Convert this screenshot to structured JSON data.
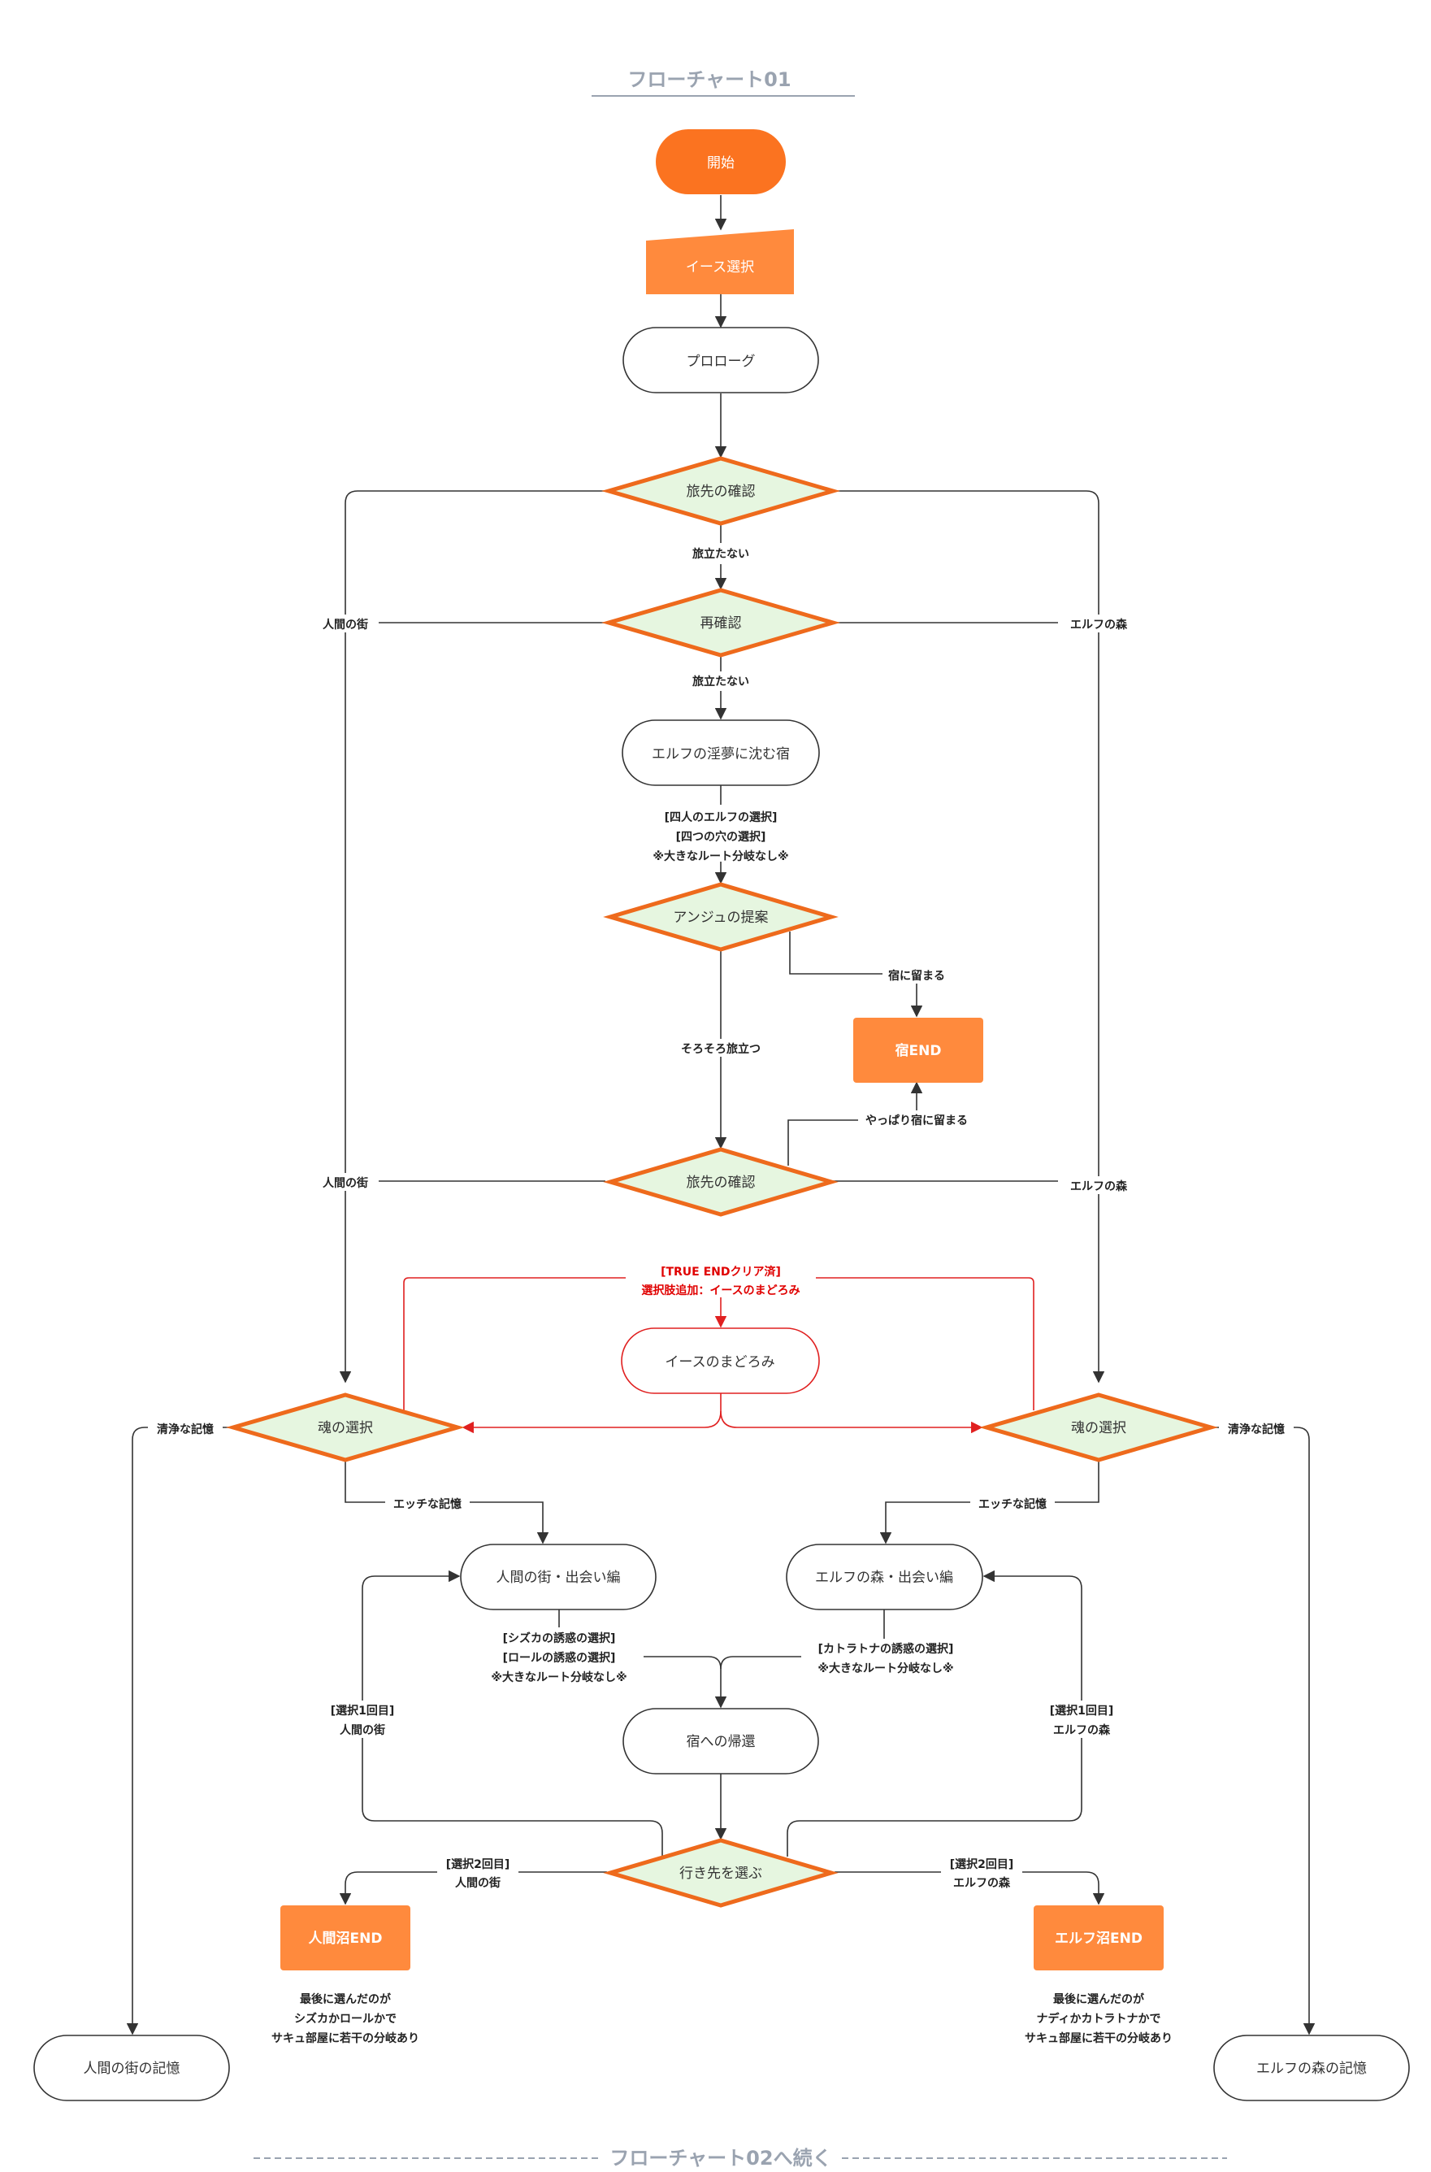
{
  "header": {
    "title": "フローチャート01",
    "footer": "フローチャート02へ続く"
  },
  "nodes": {
    "start": "開始",
    "ease_select": "イース選択",
    "prologue": "プロローグ",
    "journey_confirm_1": "旅先の確認",
    "reconfirm": "再確認",
    "elf_inn": "エルフの淫夢に沈む宿",
    "anju_proposal": "アンジュの提案",
    "inn_end": "宿END",
    "journey_confirm_2": "旅先の確認",
    "ease_madoromi": "イースのまどろみ",
    "soul_select_left": "魂の選択",
    "soul_select_right": "魂の選択",
    "human_town_meet": "人間の街・出会い編",
    "elf_forest_meet": "エルフの森・出会い編",
    "return_inn": "宿への帰還",
    "choose_dest": "行き先を選ぶ",
    "human_swamp_end": "人間沼END",
    "elf_swamp_end": "エルフ沼END",
    "human_town_memory": "人間の街の記憶",
    "elf_forest_memory": "エルフの森の記憶"
  },
  "labels": {
    "tabidatanai_1": "旅立たない",
    "tabidatanai_2": "旅立たない",
    "human_town_1": "人間の街",
    "elf_forest_1": "エルフの森",
    "inn_choice_1": "[四人のエルフの選択]",
    "inn_choice_2": "[四つの穴の選択]",
    "inn_choice_3": "※大きなルート分岐なし※",
    "stay_inn": "宿に留まる",
    "leave_soon": "そろそろ旅立つ",
    "stay_inn_after_all": "やっぱり宿に留まる",
    "human_town_2": "人間の街",
    "elf_forest_2": "エルフの森",
    "true_end_1": "[TRUE ENDクリア済]",
    "true_end_2": "選択肢追加：イースのまどろみ",
    "pure_memory_left": "清浄な記憶",
    "pure_memory_right": "清浄な記憶",
    "ecchi_memory_left": "エッチな記憶",
    "ecchi_memory_right": "エッチな記憶",
    "human_tempt_1": "[シズカの誘惑の選択]",
    "human_tempt_2": "[ロールの誘惑の選択]",
    "human_tempt_3": "※大きなルート分岐なし※",
    "elf_tempt_1": "[カトラトナの誘惑の選択]",
    "elf_tempt_2": "※大きなルート分岐なし※",
    "sel1_human_1": "[選択1回目]",
    "sel1_human_2": "人間の街",
    "sel1_elf_1": "[選択1回目]",
    "sel1_elf_2": "エルフの森",
    "sel2_human_1": "[選択2回目]",
    "sel2_human_2": "人間の街",
    "sel2_elf_1": "[選択2回目]",
    "sel2_elf_2": "エルフの森",
    "human_end_note_1": "最後に選んだのが",
    "human_end_note_2": "シズカかロールかで",
    "human_end_note_3": "サキュ部屋に若干の分岐あり",
    "elf_end_note_1": "最後に選んだのが",
    "elf_end_note_2": "ナディかカトラトナかで",
    "elf_end_note_3": "サキュ部屋に若干の分岐あり"
  },
  "colors": {
    "accent_orange": "#fb7320",
    "box_orange": "#ff8a3d",
    "decision_fill": "#e6f6e0",
    "decision_stroke": "#ee6a1c",
    "true_end_red": "#e00000",
    "header_gray": "#9aa3b0"
  }
}
